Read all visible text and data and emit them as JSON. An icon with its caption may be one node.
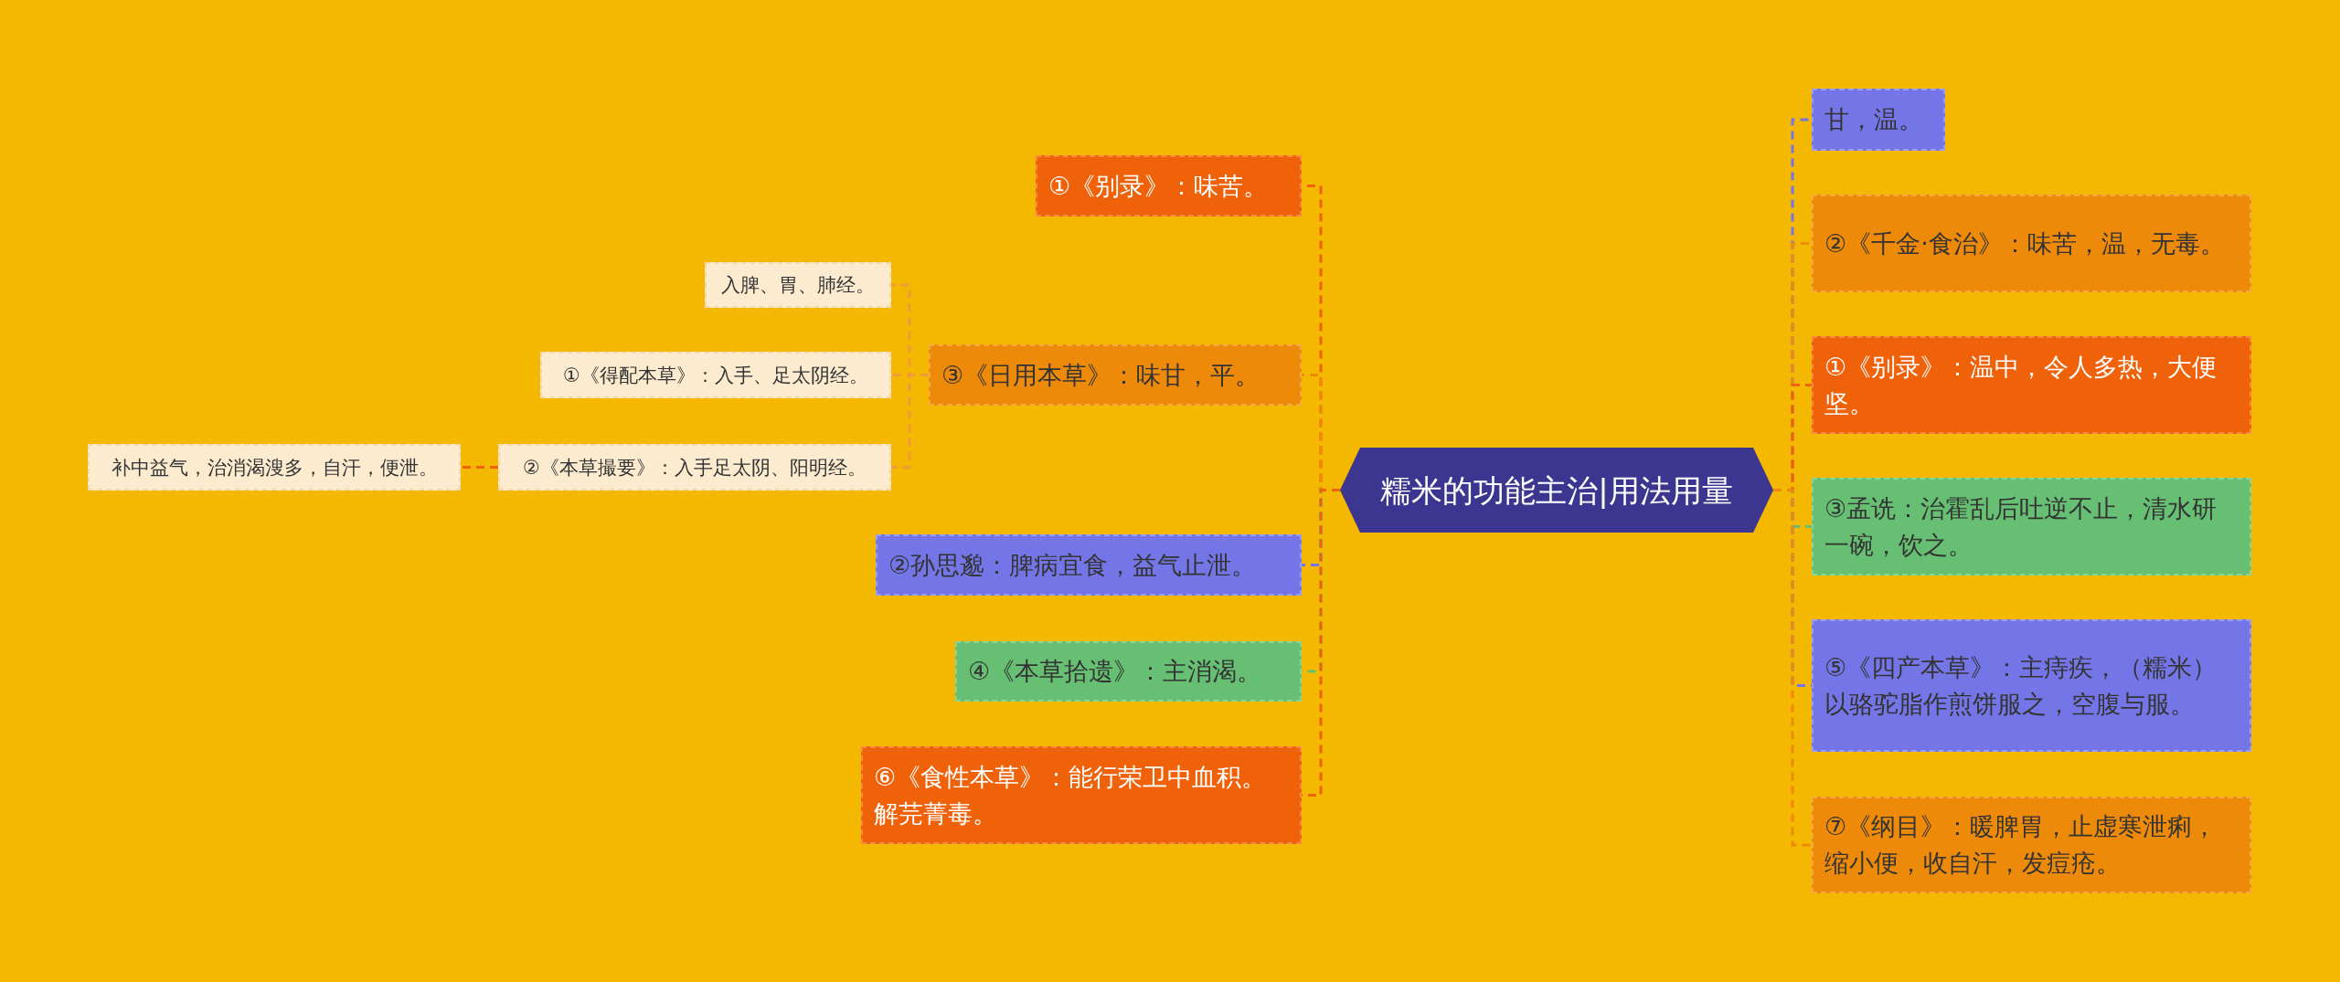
{
  "diagram": {
    "nodes": [
      {
        "text": [
          "糯米的功能主治|用法用量"
        ]
      },
      {
        "text": [
          "①《别录》：味苦。"
        ]
      },
      {
        "text": [
          "入脾、胃、肺经。"
        ]
      },
      {
        "text": [
          "①《得配本草》：入手、足太阴经。"
        ]
      },
      {
        "text": [
          "补中益气，治消渴溲多，自汗，便泄。"
        ]
      },
      {
        "text": [
          "②《本草撮要》：入手足太阴、阳明经。"
        ]
      },
      {
        "text": [
          "③《日用本草》：味甘，平。"
        ]
      },
      {
        "text": [
          "②孙思邈：脾病宜食，益气止泄。"
        ]
      },
      {
        "text": [
          "④《本草拾遗》：主消渴。"
        ]
      },
      {
        "text": [
          "⑥《食性本草》：能行荣卫中血积。解芫菁毒。"
        ]
      },
      {
        "text": [
          "甘，温。"
        ]
      },
      {
        "text": [
          "②《千金·食治》：味苦，温，无毒。"
        ]
      },
      {
        "text": [
          "①《别录》：温中，令人多热，大便坚。"
        ]
      },
      {
        "text": [
          "③孟诜：治霍乱后吐逆不止，清水研一碗，饮之。"
        ]
      },
      {
        "text": [
          "⑤《四产本草》：主痔疾，（糯米）以骆驼脂作煎饼服之，空腹与服。"
        ]
      },
      {
        "text": [
          "⑦《纲目》：暖脾胃，止虚寒泄痢，缩小便，收自汗，发痘疮。"
        ]
      }
    ],
    "edges": [
      {
        "from": 0,
        "to": 1,
        "arrow": "none",
        "style": "dashed",
        "color": "#f0620a"
      },
      {
        "from": 0,
        "to": 6,
        "arrow": "none",
        "style": "dashed",
        "color": "#ee8a0a"
      },
      {
        "from": 6,
        "to": 2,
        "arrow": "none",
        "style": "dashed",
        "color": "#f29a3a"
      },
      {
        "from": 6,
        "to": 3,
        "arrow": "none",
        "style": "dashed",
        "color": "#f29a3a"
      },
      {
        "from": 6,
        "to": 5,
        "arrow": "none",
        "style": "dashed",
        "color": "#f29a3a"
      },
      {
        "from": 5,
        "to": 4,
        "arrow": "none",
        "style": "dashed",
        "color": "#f0620a"
      },
      {
        "from": 0,
        "to": 7,
        "arrow": "none",
        "style": "dashed",
        "color": "#7476e8"
      },
      {
        "from": 0,
        "to": 8,
        "arrow": "none",
        "style": "dashed",
        "color": "#66bf72"
      },
      {
        "from": 0,
        "to": 9,
        "arrow": "none",
        "style": "dashed",
        "color": "#f0620a"
      },
      {
        "from": 0,
        "to": 10,
        "arrow": "none",
        "style": "dashed",
        "color": "#7476e8"
      },
      {
        "from": 0,
        "to": 11,
        "arrow": "none",
        "style": "dashed",
        "color": "#ee8a0a"
      },
      {
        "from": 0,
        "to": 12,
        "arrow": "none",
        "style": "dashed",
        "color": "#f0620a"
      },
      {
        "from": 0,
        "to": 13,
        "arrow": "none",
        "style": "dashed",
        "color": "#66bf72"
      },
      {
        "from": 0,
        "to": 14,
        "arrow": "none",
        "style": "dashed",
        "color": "#7476e8"
      },
      {
        "from": 0,
        "to": 15,
        "arrow": "none",
        "style": "dashed",
        "color": "#ee8a0a"
      }
    ]
  }
}
